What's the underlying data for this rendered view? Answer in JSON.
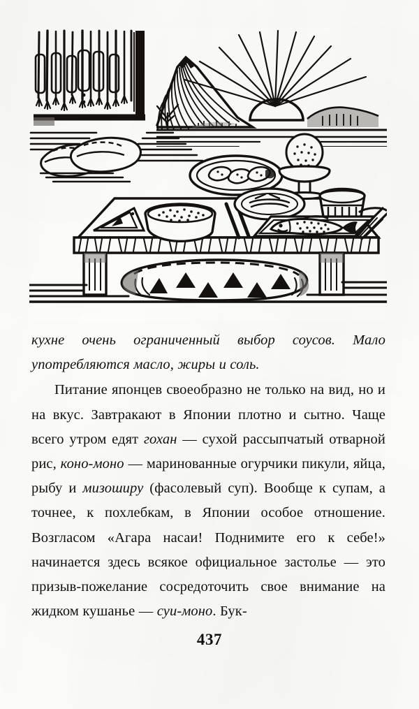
{
  "page": {
    "folio": "437",
    "language": "ru",
    "ink_color": "#101010",
    "paper_color": "#fcfcfb"
  },
  "illustration": {
    "caption": "",
    "alt": "woodcut of a low Japanese table set with rice, sushi, fish and chopsticks, slippers on tatami, Mount Fuji and a rising sun behind",
    "elements": [
      "hanging-scroll-banner",
      "slippers-pair",
      "tatami-floor",
      "mount-fuji",
      "rising-sun",
      "low-table",
      "rice-bowl",
      "sushi-plate",
      "chopsticks-pair",
      "fish-platter",
      "tea-cup",
      "pedestal-dish",
      "folded-napkin",
      "cushion-under-table"
    ]
  },
  "text": {
    "lead_italic": {
      "run_1": "кухне очень ограниченный выбор соусов. Мало употребляются масло, жиры и соль."
    },
    "paragraph": {
      "seg_1": "Питание японцев своеобразно не только на вид, но и на вкус. Завтракают в Японии плотно и сытно. Чаще всего утром едят ",
      "ital_1": "гохан",
      "seg_2": " — сухой рассыпчатый отварной рис, ",
      "ital_2": "коно-моно",
      "seg_3": " — маринованные огурчики пикули, яйца, рыбу и ",
      "ital_3": "мизоширу",
      "seg_4": " (фасолевый суп). Вообще к супам, а точнее, к похлебкам, в Японии особое отношение. Возгласом «Агара насаи! Поднимите его к себе!» начинается здесь всякое официальное застолье — это призыв-пожелание сосредоточить свое внимание на жидком кушанье — ",
      "ital_4": "суи-моно",
      "seg_5": ". Бук-"
    }
  }
}
